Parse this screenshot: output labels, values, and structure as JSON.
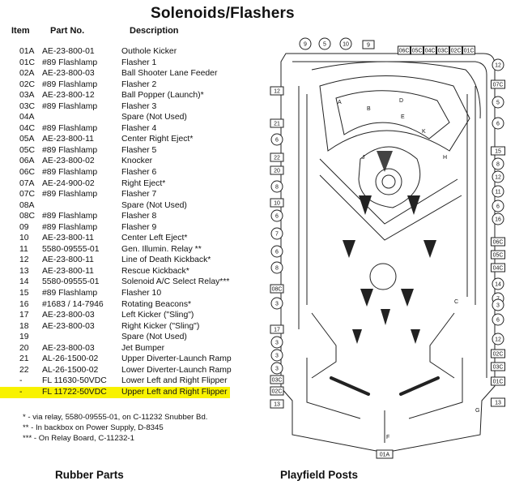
{
  "title": "Solenoids/Flashers",
  "headers": {
    "item": "Item",
    "part": "Part No.",
    "desc": "Description"
  },
  "rows": [
    {
      "item": "01A",
      "part": "AE-23-800-01",
      "desc": "Outhole Kicker"
    },
    {
      "item": "01C",
      "part": "#89 Flashlamp",
      "desc": "Flasher 1"
    },
    {
      "item": "02A",
      "part": "AE-23-800-03",
      "desc": "Ball Shooter Lane Feeder"
    },
    {
      "item": "02C",
      "part": "#89 Flashlamp",
      "desc": "Flasher 2"
    },
    {
      "item": "03A",
      "part": "AE-23-800-12",
      "desc": "Ball Popper (Launch)*"
    },
    {
      "item": "03C",
      "part": "#89 Flashlamp",
      "desc": "Flasher 3"
    },
    {
      "item": "04A",
      "part": "",
      "desc": "Spare (Not Used)"
    },
    {
      "item": "04C",
      "part": "#89 Flashlamp",
      "desc": "Flasher 4"
    },
    {
      "item": "05A",
      "part": "AE-23-800-11",
      "desc": "Center Right Eject*"
    },
    {
      "item": "05C",
      "part": "#89 Flashlamp",
      "desc": "Flasher 5"
    },
    {
      "item": "06A",
      "part": "AE-23-800-02",
      "desc": "Knocker"
    },
    {
      "item": "06C",
      "part": "#89 Flashlamp",
      "desc": "Flasher 6"
    },
    {
      "item": "07A",
      "part": "AE-24-900-02",
      "desc": "Right Eject*"
    },
    {
      "item": "07C",
      "part": "#89 Flashlamp",
      "desc": "Flasher 7"
    },
    {
      "item": "08A",
      "part": "",
      "desc": "Spare (Not Used)"
    },
    {
      "item": "08C",
      "part": "#89 Flashlamp",
      "desc": "Flasher 8"
    },
    {
      "item": "09",
      "part": "#89 Flashlamp",
      "desc": "Flasher 9"
    },
    {
      "item": "10",
      "part": "AE-23-800-11",
      "desc": "Center Left Eject*"
    },
    {
      "item": "11",
      "part": "5580-09555-01",
      "desc": "Gen. Illumin. Relay **"
    },
    {
      "item": "12",
      "part": "AE-23-800-11",
      "desc": "Line of Death Kickback*"
    },
    {
      "item": "13",
      "part": "AE-23-800-11",
      "desc": "Rescue Kickback*"
    },
    {
      "item": "14",
      "part": "5580-09555-01",
      "desc": "Solenoid A/C Select Relay***"
    },
    {
      "item": "15",
      "part": "#89 Flashlamp",
      "desc": "Flasher 10"
    },
    {
      "item": "16",
      "part": "#1683 / 14-7946",
      "desc": "Rotating Beacons*"
    },
    {
      "item": "17",
      "part": "AE-23-800-03",
      "desc": "Left Kicker (\"Sling\")"
    },
    {
      "item": "18",
      "part": "AE-23-800-03",
      "desc": "Right Kicker (\"Sling\")"
    },
    {
      "item": "19",
      "part": "",
      "desc": "Spare (Not Used)"
    },
    {
      "item": "20",
      "part": "AE-23-800-03",
      "desc": "Jet Bumper"
    },
    {
      "item": "21",
      "part": "AL-26-1500-02",
      "desc": "Upper Diverter-Launch Ramp"
    },
    {
      "item": "22",
      "part": "AL-26-1500-02",
      "desc": "Lower Diverter-Launch Ramp"
    },
    {
      "item": "-",
      "part": "FL 11630-50VDC",
      "desc": "Lower Left and Right Flipper"
    },
    {
      "item": "-",
      "part": "FL 11722-50VDC",
      "desc": "Upper Left and Right Flipper"
    }
  ],
  "notes": [
    "* - via relay, 5580-09555-01, on C-11232 Snubber Bd.",
    "** - In backbox on Power Supply, D-8345",
    "*** - On Relay Board, C-11232-1"
  ],
  "footer": {
    "left": "Rubber Parts",
    "right": "Playfield Posts"
  },
  "highlight_color": "#f8f200",
  "playfield": {
    "top_circles": [
      "9",
      "5",
      "10"
    ],
    "top_box": "9",
    "top_right_boxes": [
      "06C",
      "05C",
      "04C",
      "03C",
      "02C",
      "01C"
    ],
    "right_labels": [
      "12",
      "07C",
      "5",
      "6",
      "15",
      "8",
      "12",
      "11",
      "6",
      "16",
      "06C",
      "05C",
      "04C",
      "14",
      "7",
      "3",
      "6",
      "12",
      "02C",
      "03C",
      "01C",
      "13"
    ],
    "left_labels": [
      "12",
      "21",
      "6",
      "22",
      "20",
      "8",
      "10",
      "6",
      "7",
      "6",
      "8",
      "08C",
      "3",
      "17",
      "3",
      "3",
      "3",
      "03C",
      "02C",
      "13"
    ],
    "inner_letters": [
      "A",
      "B",
      "C",
      "D",
      "E",
      "F",
      "G",
      "H",
      "J",
      "K"
    ],
    "bottom_box": "01A"
  }
}
